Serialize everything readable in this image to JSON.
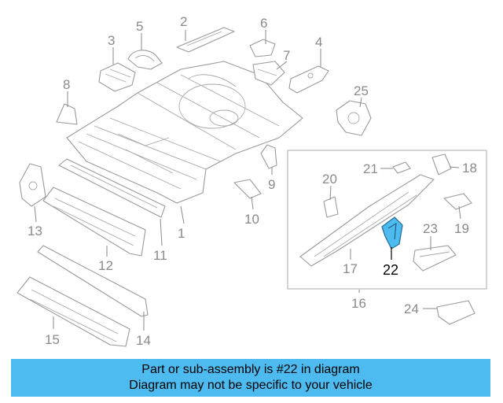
{
  "labels": {
    "p1": "1",
    "p2": "2",
    "p3": "3",
    "p4": "4",
    "p5": "5",
    "p6": "6",
    "p7": "7",
    "p8": "8",
    "p9": "9",
    "p10": "10",
    "p11": "11",
    "p12": "12",
    "p13": "13",
    "p14": "14",
    "p15": "15",
    "p16": "16",
    "p17": "17",
    "p18": "18",
    "p19": "19",
    "p20": "20",
    "p21": "21",
    "p22": "22",
    "p23": "23",
    "p24": "24",
    "p25": "25"
  },
  "highlight": {
    "part": "22",
    "color": "#4dbaf0"
  },
  "banner": {
    "line1": "Part or sub-assembly is #22 in diagram",
    "line2": "Diagram may not be specific to your vehicle",
    "color": "#4dbaf0"
  }
}
